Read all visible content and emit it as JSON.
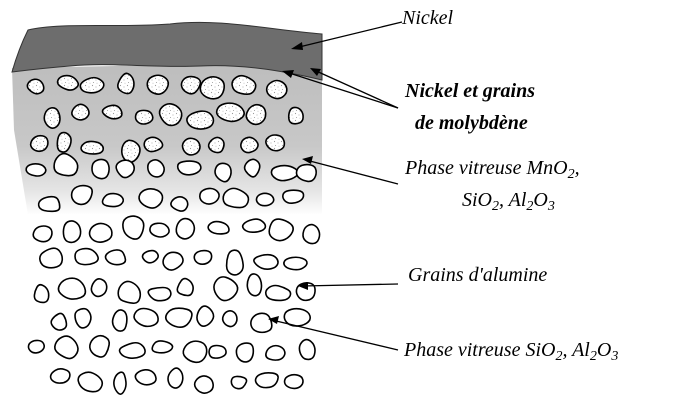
{
  "labels": {
    "nickel": "Nickel",
    "nickel_grains_line1": "Nickel et grains",
    "nickel_grains_line2": "de molybdène",
    "phase1_line1": "Phase vitreuse MnO",
    "phase1_line1_sub": "2",
    "phase1_line1_end": ",",
    "phase1_line2_a": "SiO",
    "phase1_line2_sub1": "2",
    "phase1_line2_b": ", Al",
    "phase1_line2_sub2": "2",
    "phase1_line2_c": "O",
    "phase1_line2_sub3": "3",
    "grains_alumine": "Grains d'alumine",
    "phase2_a": "Phase vitreuse SiO",
    "phase2_sub1": "2",
    "phase2_b": ", Al",
    "phase2_sub2": "2",
    "phase2_c": "O",
    "phase2_sub3": "3"
  },
  "colors": {
    "nickel_layer": "#6d6d6d",
    "gradient_top": "#bdbdbd",
    "gradient_bottom": "#ffffff",
    "molybdenum_grain_fill": "#ffffff",
    "molybdenum_speckle": "#9a9a9a",
    "alumina_grain_fill": "#ffffff",
    "stroke": "#000000"
  }
}
